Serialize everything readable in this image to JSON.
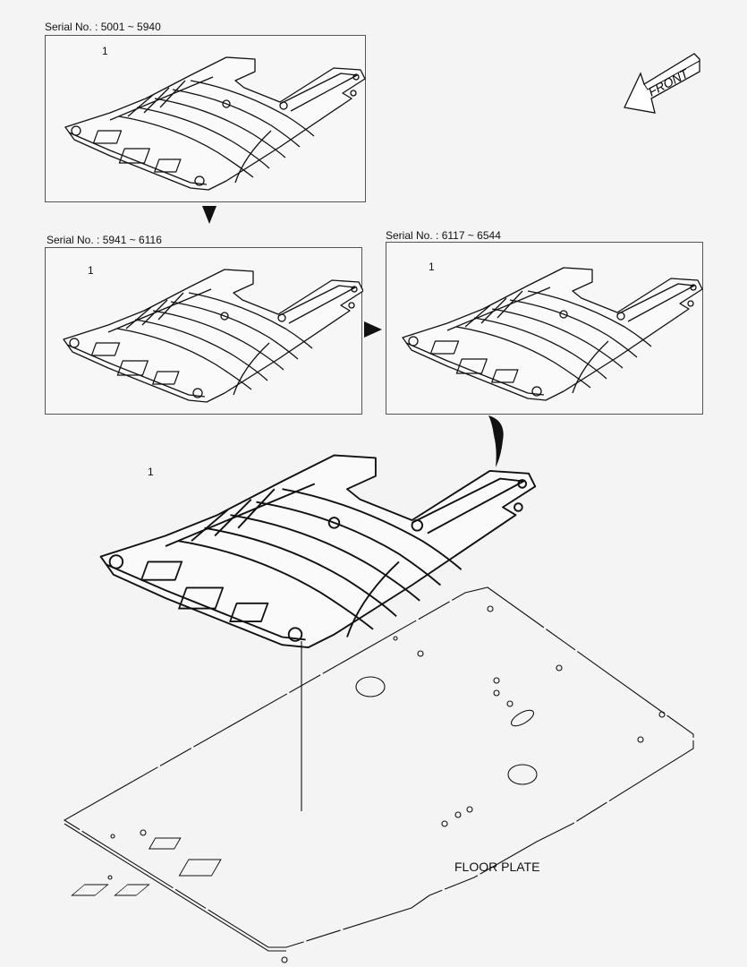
{
  "diagram": {
    "panels": [
      {
        "serial_label": "Serial No. : 5001 ~ 5940",
        "callout": "1"
      },
      {
        "serial_label": "Serial No. : 5941 ~ 6116",
        "callout": "1"
      },
      {
        "serial_label": "Serial No. : 6117 ~ 6544",
        "callout": "1"
      }
    ],
    "main": {
      "callout": "1",
      "floor_plate_label": "FLOOR PLATE"
    },
    "front_indicator": {
      "label": "FRONT",
      "icon": "front-arrow-icon"
    },
    "arrows": [
      "down-arrow-icon",
      "right-arrow-icon",
      "curved-arrow-icon"
    ],
    "colors": {
      "background": "#f4f4f4",
      "line": "#111111",
      "panel_border": "#555555"
    }
  }
}
